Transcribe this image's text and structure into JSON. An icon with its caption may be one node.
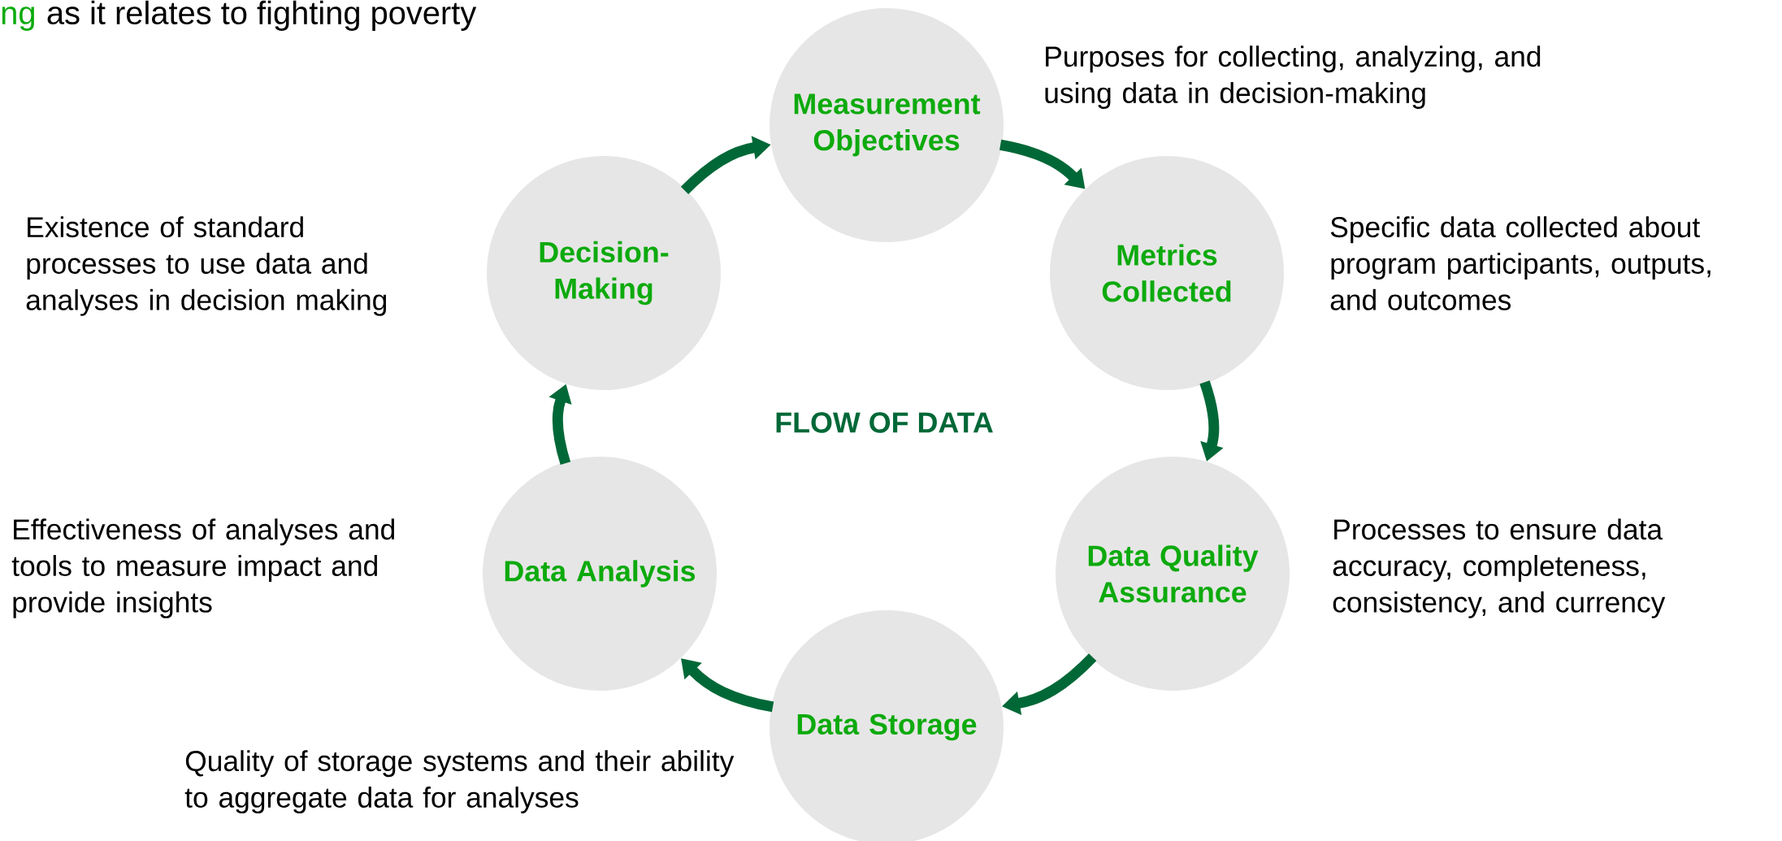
{
  "diagram": {
    "nodes": [
      {
        "text": [
          "Measurement Objectives"
        ],
        "beside": [
          "Purposes for collecting, analyzing, and using data in decision-making"
        ]
      },
      {
        "text": [
          "Metrics Collected"
        ],
        "beside": [
          "Specific data collected about program participants, outputs, and outcomes"
        ]
      },
      {
        "text": [
          "Data Quality Assurance"
        ],
        "beside": [
          "Processes to ensure data accuracy, completeness, consistency, and currency"
        ]
      },
      {
        "text": [
          "Data Storage"
        ],
        "beside": [
          "Quality of storage systems and their ability to aggregate data for analyses"
        ]
      },
      {
        "text": [
          "Data Analysis"
        ],
        "beside": [
          "Effectiveness of analyses and tools to measure impact and provide insights"
        ]
      },
      {
        "text": [
          "Decision-Making"
        ],
        "beside": [
          "Existence of standard processes to use data and analyses in decision making"
        ]
      }
    ],
    "edges": [
      {
        "from": 0,
        "to": 1,
        "arrow": "to"
      },
      {
        "from": 1,
        "to": 2,
        "arrow": "to"
      },
      {
        "from": 2,
        "to": 3,
        "arrow": "to"
      },
      {
        "from": 3,
        "to": 4,
        "arrow": "to"
      },
      {
        "from": 4,
        "to": 5,
        "arrow": "to"
      },
      {
        "from": 5,
        "to": 0,
        "arrow": "to"
      }
    ],
    "labels": [
      "ng",
      "as it relates to fighting poverty",
      "FLOW OF DATA"
    ]
  }
}
